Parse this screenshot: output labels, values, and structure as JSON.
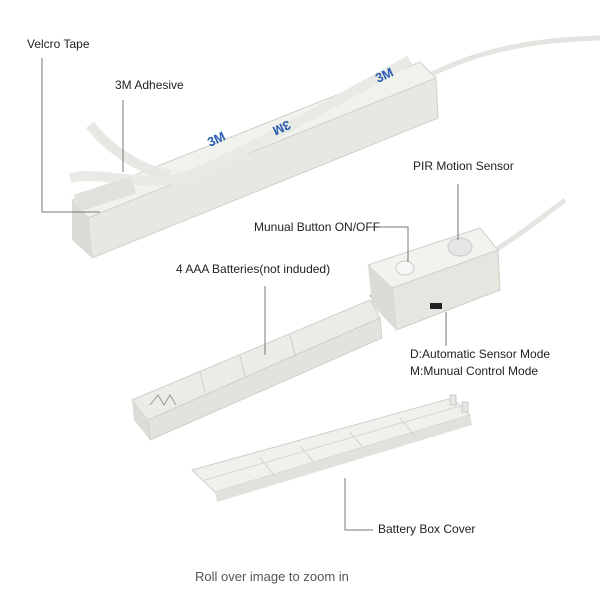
{
  "labels": {
    "velcro_tape": "Velcro Tape",
    "adhesive": "3M Adhesive",
    "pir_sensor": "PIR Motion Sensor",
    "manual_button": "Munual Button ON/OFF",
    "batteries": "4 AAA Batteries(not induded)",
    "mode_d": "D:Automatic Sensor Mode",
    "mode_m": "M:Munual Control Mode",
    "battery_cover": "Battery Box Cover"
  },
  "tape_brand": "3M",
  "zoom_hint": "Roll over image to zoom in",
  "colors": {
    "body": "#eeeeea",
    "shadow": "#d6d6d0",
    "brand_blue": "#2a5db0",
    "leader": "#777777"
  }
}
